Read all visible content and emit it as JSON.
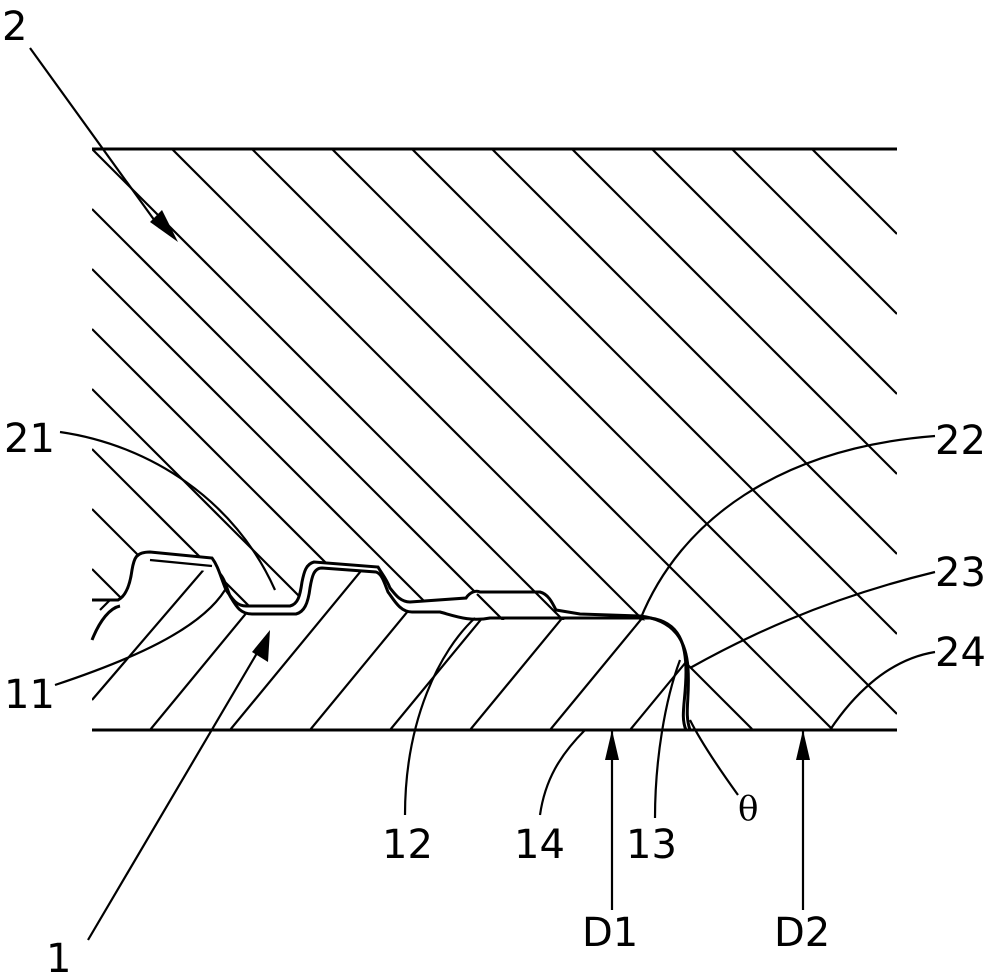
{
  "figure": {
    "labels": {
      "part_2": "2",
      "part_21": "21",
      "part_22": "22",
      "part_23": "23",
      "part_24": "24",
      "part_11": "11",
      "part_1": "1",
      "part_12": "12",
      "part_14": "14",
      "part_13": "13",
      "angle": "θ",
      "dim_d1": "D1",
      "dim_d2": "D2"
    }
  }
}
